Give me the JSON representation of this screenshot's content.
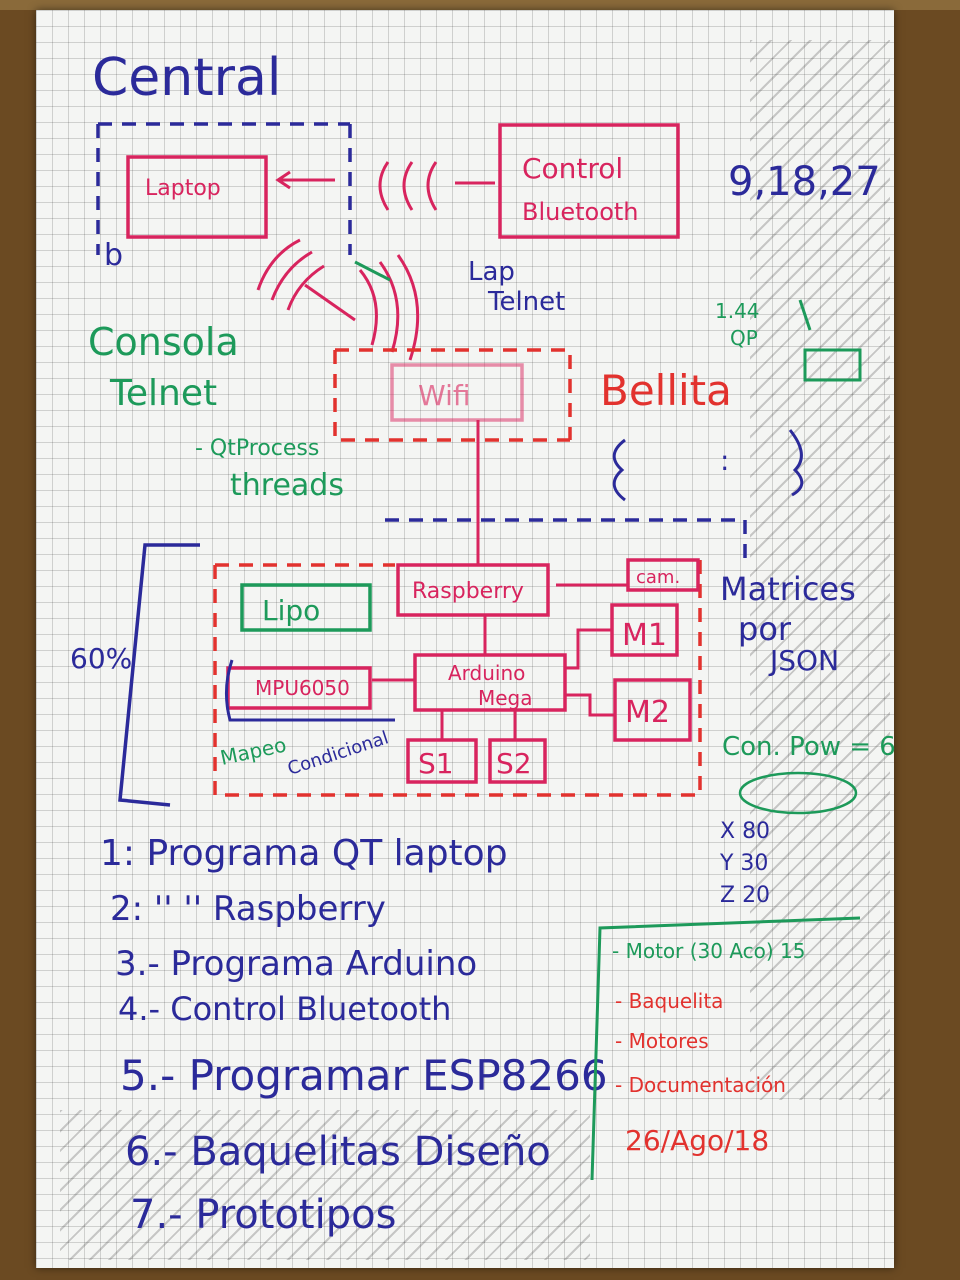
{
  "title": "Central",
  "boxes": {
    "laptop": "Laptop",
    "control1": "Control",
    "control2": "Bluetooth",
    "wifi": "Wifi",
    "raspberry": "Raspberry",
    "cam": "cam.",
    "lipo": "Lipo",
    "mpu": "MPU6050",
    "arduino1": "Arduino",
    "arduino2": "Mega",
    "m1": "M1",
    "m2": "M2",
    "s1": "S1",
    "s2": "S2"
  },
  "labels": {
    "b_mark": "b",
    "dates": "9,18,27",
    "lap_telnet1": "Lap",
    "lap_telnet2": "Telnet",
    "consola1": "Consola",
    "consola2": "Telnet",
    "qt1": "- QtProcess",
    "qt2": "threads",
    "bellita": "Bellita",
    "qp1": "1.44",
    "qp2": "QP",
    "matrices1": "Matrices",
    "matrices2": "por",
    "matrices3": "JSON",
    "percent": "60%",
    "mapeo": "Mapeo",
    "condicional": "Condicional",
    "conpow": "Con. Pow = 6"
  },
  "list": [
    "1: Programa   QT   laptop",
    "2:     ''          ''    Raspberry",
    "3.- Programa   Arduino",
    "4.- Control   Bluetooth",
    "5.- Programar  ESP8266",
    "6.- Baquelitas Diseño",
    "7.- Prototipos"
  ],
  "xyz": [
    "X   80",
    "Y   30",
    "Z   20"
  ],
  "tasks": [
    "- Motor (30 Aco) 15",
    "- Baquelita",
    "- Motores",
    "- Documentación",
    "26/Ago/18"
  ],
  "colors": {
    "ink_blue": "#2b2a9a",
    "ink_magenta": "#d8245e",
    "ink_green": "#1d9a5a",
    "ink_red": "#e2322e"
  }
}
